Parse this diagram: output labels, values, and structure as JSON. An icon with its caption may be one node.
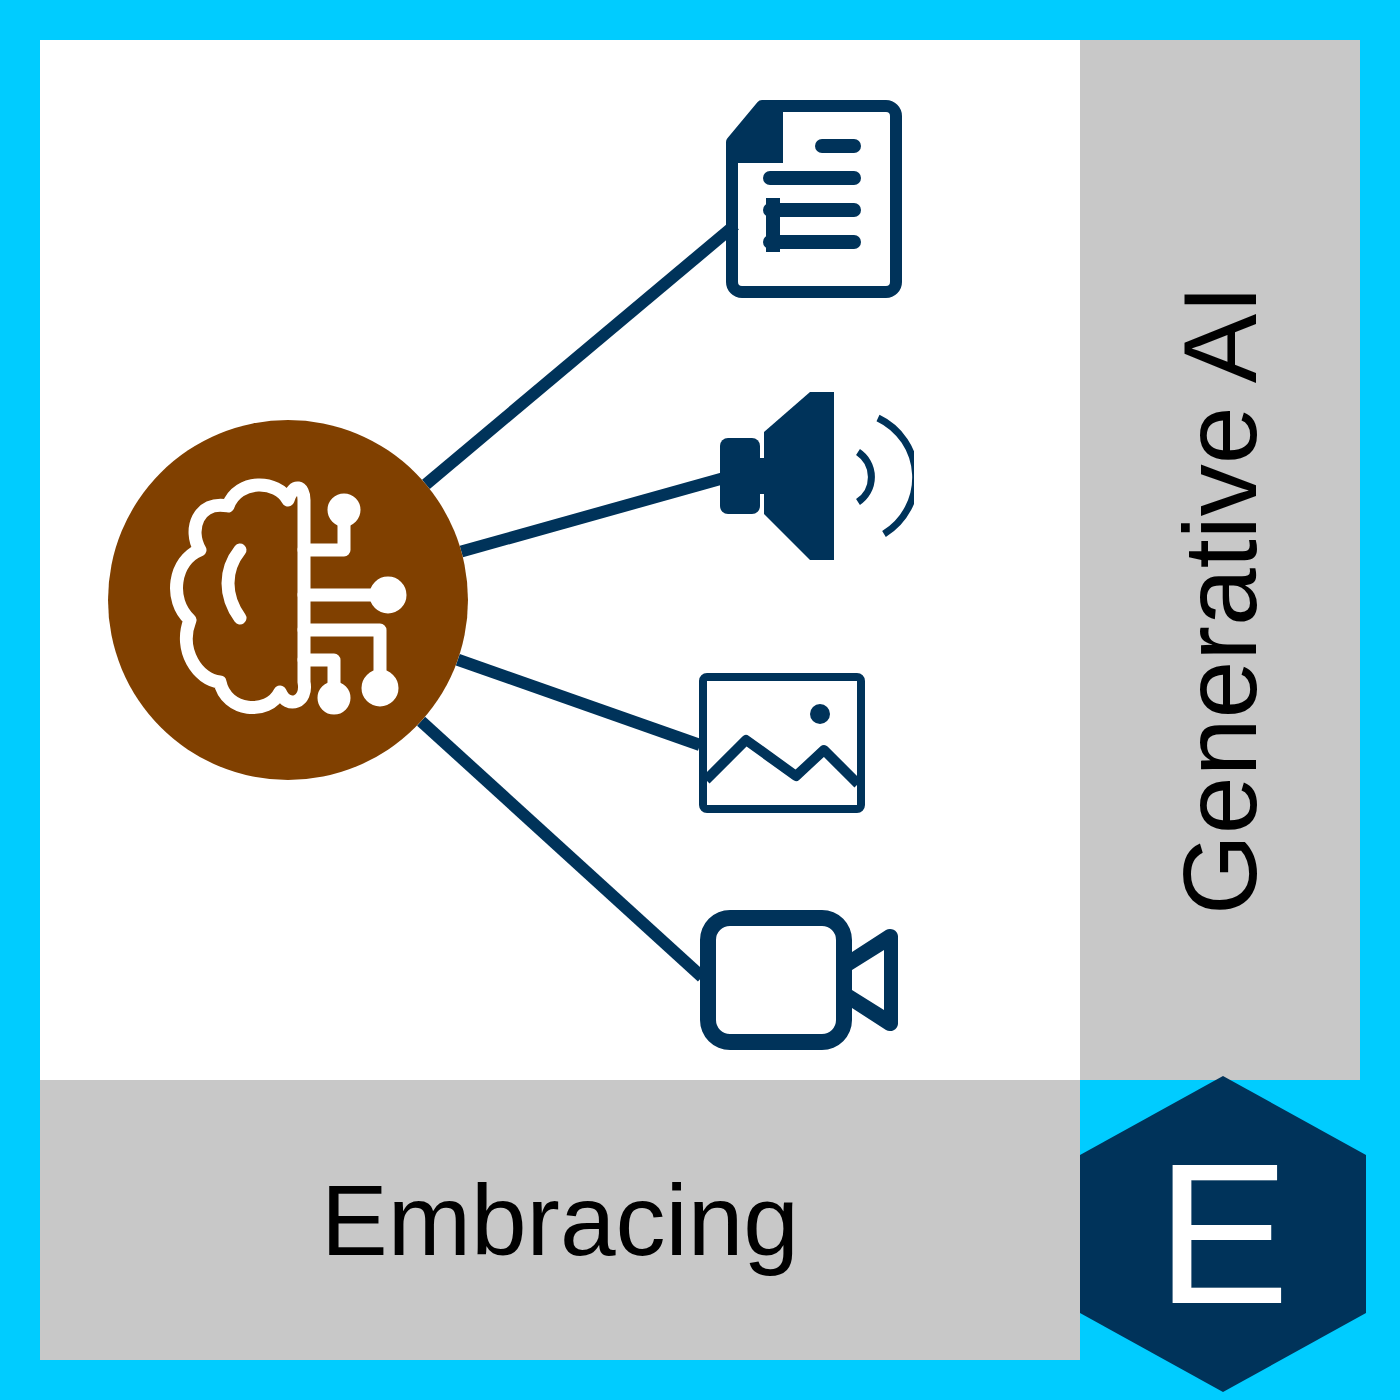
{
  "diagram": {
    "nodes": [
      {
        "text": [],
        "shape": "circle"
      },
      {
        "text": [],
        "shape": "picture"
      },
      {
        "text": [],
        "shape": "picture"
      },
      {
        "text": [],
        "shape": "picture"
      },
      {
        "text": [],
        "shape": "picture"
      },
      {
        "text": [
          "Generative AI"
        ]
      },
      {
        "text": [
          "Embracing"
        ]
      },
      {
        "text": [
          "E"
        ]
      }
    ],
    "edges": [
      {
        "from": 0,
        "to": 1,
        "arrow": "none"
      },
      {
        "from": 0,
        "to": 2,
        "arrow": "none"
      },
      {
        "from": 0,
        "to": 3,
        "arrow": "none"
      },
      {
        "from": 0,
        "to": 4,
        "arrow": "none"
      }
    ]
  }
}
